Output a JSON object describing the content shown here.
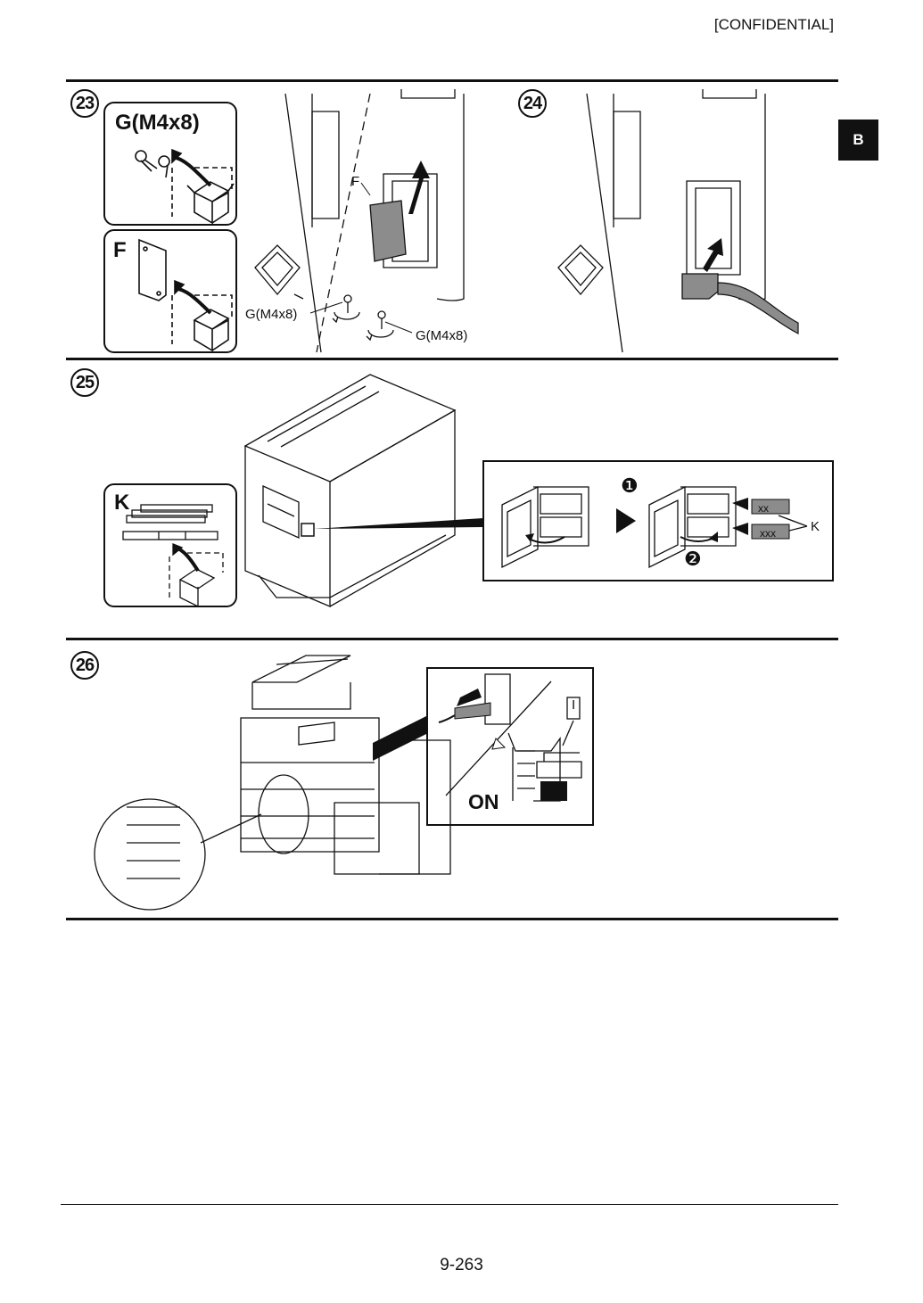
{
  "header": {
    "confidential": "[CONFIDENTIAL]",
    "section_tab": "B"
  },
  "steps": [
    {
      "number": "23",
      "parts": [
        {
          "id": "G",
          "label": "G(M4x8)",
          "icon": "screw-pair-from-box"
        },
        {
          "id": "F",
          "label": "F",
          "icon": "plate-from-box"
        }
      ],
      "callouts": {
        "plate": "F",
        "screw_left": "G(M4x8)",
        "screw_right": "G(M4x8)"
      }
    },
    {
      "number": "24",
      "callouts": {}
    },
    {
      "number": "25",
      "parts": [
        {
          "id": "K",
          "label": "K",
          "icon": "labels-from-box"
        }
      ],
      "callouts": {
        "step1": "❶",
        "step2": "❷",
        "label_a": "xx",
        "label_b": "xxx",
        "k": "K"
      }
    },
    {
      "number": "26",
      "callouts": {
        "on": "ON",
        "switch": "I"
      }
    }
  ],
  "footer": {
    "page_number": "9-263"
  }
}
